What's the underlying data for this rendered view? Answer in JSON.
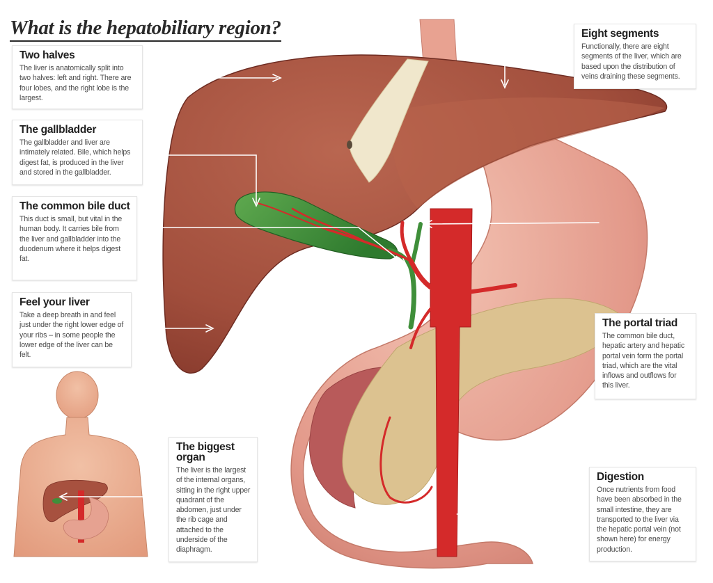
{
  "title": "What is the hepatobiliary region?",
  "callouts": {
    "two_halves": {
      "heading": "Two halves",
      "body": "The liver is anatomically split into two halves: left and right. There are four lobes, and the right lobe is the largest."
    },
    "gallbladder": {
      "heading": "The gallbladder",
      "body": "The gallbladder and liver are intimately related. Bile, which helps digest fat, is produced in the liver and stored in the gallbladder."
    },
    "common_bile_duct": {
      "heading": "The common bile duct",
      "body": "This duct is small, but vital in the human body. It carries bile from the liver and gallbladder into the duodenum where it helps digest fat."
    },
    "feel_your_liver": {
      "heading": "Feel your liver",
      "body": "Take a deep breath in and feel just under the right lower edge of your ribs – in some people the lower edge of the liver can be felt."
    },
    "eight_segments": {
      "heading": "Eight segments",
      "body": "Functionally, there are eight segments of the liver, which are based upon the distribution of veins draining these segments."
    },
    "portal_triad": {
      "heading": "The portal triad",
      "body": "The common bile duct, hepatic artery and hepatic portal vein form the portal triad, which are the vital inflows and outflows for this liver."
    },
    "biggest_organ": {
      "heading": "The biggest organ",
      "body": "The liver is the largest of the internal organs, sitting in the right upper quadrant of the abdomen, just under the rib cage and attached to the underside of the diaphragm."
    },
    "digestion": {
      "heading": "Digestion",
      "body": "Once nutrients from food have been absorbed in the small intestine, they are transported to the liver via the hepatic portal vein (not shown here) for energy production."
    }
  },
  "colors": {
    "liver": "#a7513f",
    "liver_dark": "#7e3327",
    "gallbladder": "#3f8f3a",
    "artery": "#d42a2a",
    "stomach": "#e6a291",
    "pancreas": "#dcc290",
    "ligament": "#f0e7cc",
    "body_silhouette": "#e9ab8e",
    "pointer_line": "#ffffff"
  }
}
